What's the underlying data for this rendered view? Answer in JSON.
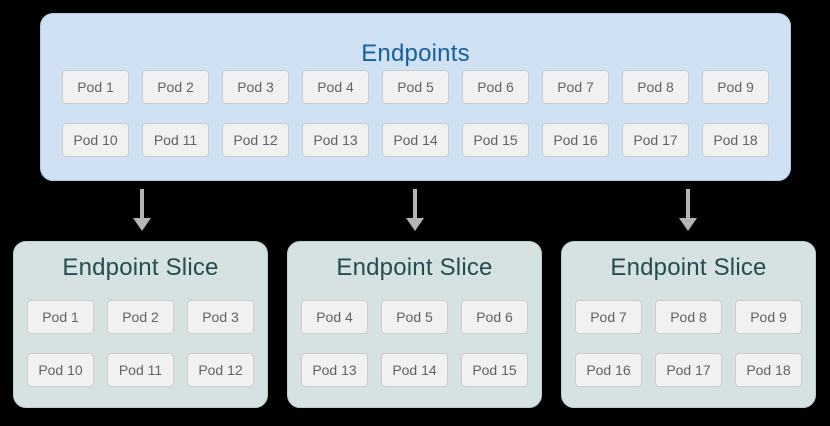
{
  "colors": {
    "canvas_bg": "#000000",
    "endpoints_fill": "#cfe1f3",
    "endpoints_border": "#aecbe8",
    "endpoints_title": "#17609c",
    "slice_fill": "#d5e2e1",
    "slice_border": "#bad0ce",
    "slice_title": "#264c52",
    "pod_fill": "#f1f1f1",
    "pod_border": "#cccccc",
    "pod_text": "#5f6368",
    "arrow": "#b5b5b5"
  },
  "endpoints": {
    "title": "Endpoints",
    "rows": [
      [
        "Pod 1",
        "Pod 2",
        "Pod 3",
        "Pod 4",
        "Pod 5",
        "Pod 6",
        "Pod 7",
        "Pod 8",
        "Pod 9"
      ],
      [
        "Pod 10",
        "Pod 11",
        "Pod 12",
        "Pod 13",
        "Pod 14",
        "Pod 15",
        "Pod 16",
        "Pod 17",
        "Pod 18"
      ]
    ]
  },
  "slices": [
    {
      "title": "Endpoint Slice",
      "rows": [
        [
          "Pod 1",
          "Pod 2",
          "Pod 3"
        ],
        [
          "Pod 10",
          "Pod 11",
          "Pod 12"
        ]
      ]
    },
    {
      "title": "Endpoint Slice",
      "rows": [
        [
          "Pod 4",
          "Pod 5",
          "Pod 6"
        ],
        [
          "Pod 13",
          "Pod 14",
          "Pod 15"
        ]
      ]
    },
    {
      "title": "Endpoint Slice",
      "rows": [
        [
          "Pod 7",
          "Pod 8",
          "Pod 9"
        ],
        [
          "Pod 16",
          "Pod 17",
          "Pod 18"
        ]
      ]
    }
  ]
}
